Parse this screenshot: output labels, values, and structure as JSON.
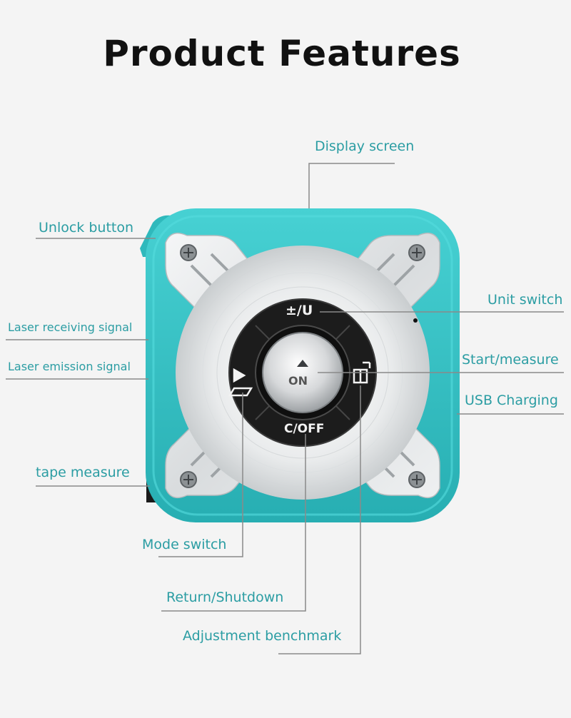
{
  "title": "Product Features",
  "labels": {
    "display_screen": "Display screen",
    "unlock_button": "Unlock button",
    "unit_switch": "Unit switch",
    "laser_receiving": "Laser receiving signal",
    "laser_emission": "Laser emission signal",
    "start_measure": "Start/measure",
    "usb_charging": "USB Charging",
    "tape_measure": "tape measure",
    "mode_switch": "Mode switch",
    "return_shutdown": "Return/Shutdown",
    "adjustment_benchmark": "Adjustment benchmark"
  },
  "device": {
    "unit_button": "±/U",
    "off_button": "C/OFF",
    "on_button": "ON"
  },
  "colors": {
    "teal": "#33c3c6",
    "label": "#2b9da3",
    "leader": "#8a8a8a",
    "panel": "#dcdfe1",
    "dial_dark": "#1c1c1c"
  }
}
